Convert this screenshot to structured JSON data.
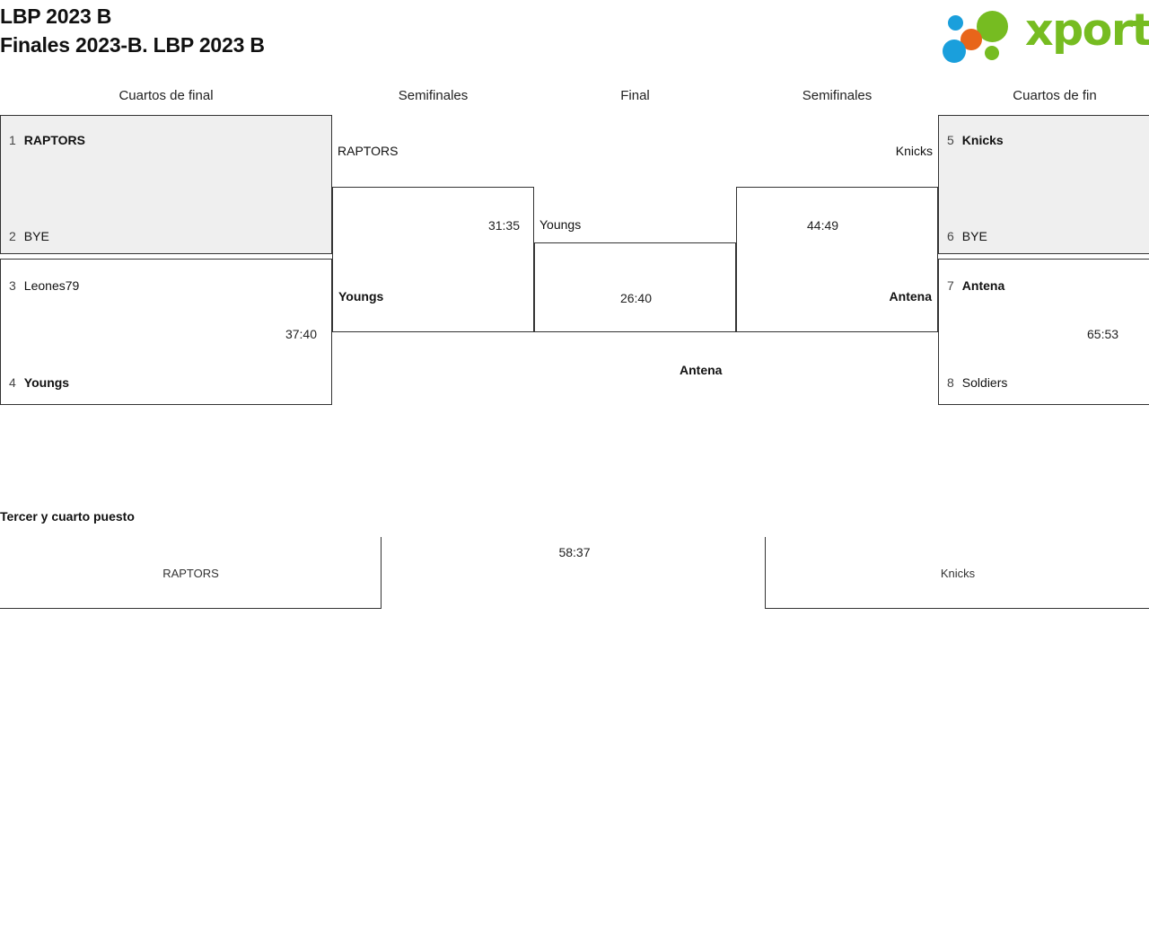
{
  "header": {
    "title_line1": "LBP 2023 B",
    "title_line2": "Finales 2023-B. LBP 2023 B"
  },
  "brand": {
    "name": "xporty",
    "colors": {
      "green": "#76bc21",
      "blue": "#1a9fdc",
      "orange": "#e8651a"
    }
  },
  "rounds": {
    "left_quarter": "Cuartos de final",
    "left_semi": "Semifinales",
    "final": "Final",
    "right_semi": "Semifinales",
    "right_quarter": "Cuartos de fin"
  },
  "bracket": {
    "left_quarterfinals": [
      {
        "bye": true,
        "score": "",
        "top": {
          "seed": "1",
          "team": "RAPTORS",
          "winner": true
        },
        "bottom": {
          "seed": "2",
          "team": "BYE",
          "winner": false
        }
      },
      {
        "bye": false,
        "score": "37:40",
        "top": {
          "seed": "3",
          "team": "Leones79",
          "winner": false
        },
        "bottom": {
          "seed": "4",
          "team": "Youngs",
          "winner": true
        }
      }
    ],
    "left_semifinal": {
      "top_team": "RAPTORS",
      "top_winner": false,
      "score": "31:35",
      "bottom_team": "Youngs",
      "bottom_winner": true
    },
    "final": {
      "top_team": "Youngs",
      "top_winner": false,
      "score": "26:40",
      "bottom_team": "Antena",
      "bottom_winner": true
    },
    "right_semifinal": {
      "top_team": "Knicks",
      "top_winner": false,
      "score": "44:49",
      "bottom_team": "Antena",
      "bottom_winner": true
    },
    "right_quarterfinals": [
      {
        "bye": true,
        "score": "",
        "top": {
          "seed": "5",
          "team": "Knicks",
          "winner": true
        },
        "bottom": {
          "seed": "6",
          "team": "BYE",
          "winner": false
        }
      },
      {
        "bye": false,
        "score": "65:53",
        "top": {
          "seed": "7",
          "team": "Antena",
          "winner": true
        },
        "bottom": {
          "seed": "8",
          "team": "Soldiers",
          "winner": false
        }
      }
    ]
  },
  "third_place": {
    "heading": "Tercer y cuarto puesto",
    "left_team": "RAPTORS",
    "score": "58:37",
    "right_team": "Knicks"
  }
}
